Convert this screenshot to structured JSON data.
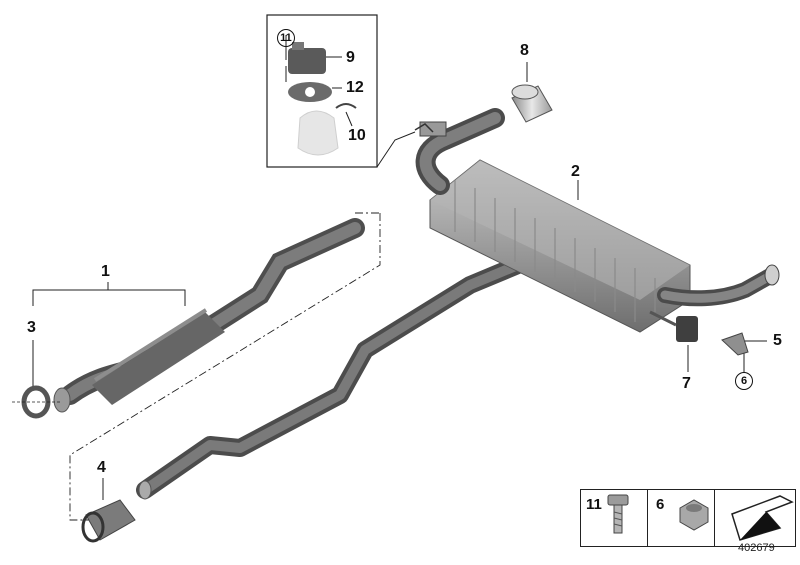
{
  "callouts": {
    "p1": "1",
    "p2": "2",
    "p3": "3",
    "p4": "4",
    "p5": "5",
    "p6": "6",
    "p7": "7",
    "p8": "8",
    "p9": "9",
    "p10": "10",
    "p11": "11",
    "p12": "12"
  },
  "legend": {
    "item_a": "11",
    "item_b": "6"
  },
  "document_number": "402679",
  "colors": {
    "pipe": "#6f6f6f",
    "pipe_dark": "#4a4a4a",
    "muffler": "#9a9a9a",
    "line": "#222222"
  }
}
